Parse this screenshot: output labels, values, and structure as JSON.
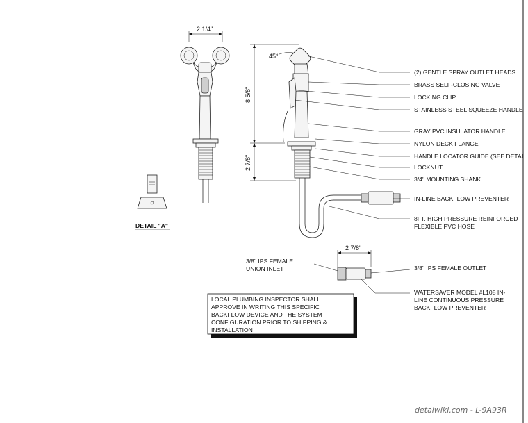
{
  "callouts": [
    "(2) GENTLE SPRAY OUTLET HEADS",
    "BRASS SELF-CLOSING VALVE",
    "LOCKING CLIP",
    "STAINLESS STEEL SQUEEZE HANDLE",
    "GRAY PVC INSULATOR HANDLE",
    "NYLON DECK FLANGE",
    "HANDLE LOCATOR GUIDE (SEE DETAI",
    "LOCKNUT",
    "3/4\" MOUNTING SHANK",
    "IN-LINE BACKFLOW PREVENTER"
  ],
  "hose_label": [
    "8FT. HIGH PRESSURE REINFORCED",
    "FLEXIBLE PVC HOSE"
  ],
  "dimensions": {
    "front_width": "2 1/4\"",
    "angle": "45°",
    "height": "8 5/8\"",
    "shank": "2 7/8\"",
    "union_length": "2 7/8\""
  },
  "detail_title": "DETAIL \"A\"",
  "union_inlet_label": [
    "3/8\" IPS FEMALE",
    "UNION INLET"
  ],
  "outlet_label": "3/8\" IPS FEMALE OUTLET",
  "model_label": [
    "WATERSAVER MODEL #L108 IN-",
    "LINE CONTINUOUS PRESSURE",
    "BACKFLOW PREVENTER"
  ],
  "note": [
    "LOCAL PLUMBING INSPECTOR SHALL",
    "APPROVE IN WRITING THIS SPECIFIC",
    "BACKFLOW DEVICE AND THE SYSTEM",
    "CONFIGURATION PRIOR TO SHIPPING &",
    "INSTALLATION"
  ],
  "watermark": "detalwiki.com - L-9A93R"
}
